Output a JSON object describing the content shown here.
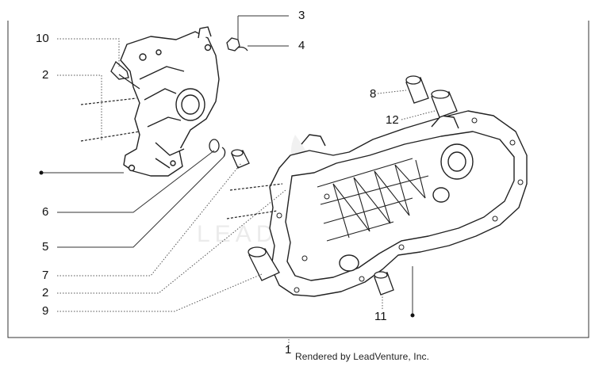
{
  "diagram": {
    "callouts": [
      "1",
      "2",
      "3",
      "4",
      "5",
      "6",
      "7",
      "2",
      "9",
      "10",
      "8",
      "12",
      "11"
    ],
    "credit": "Rendered by LeadVenture, Inc.",
    "watermark": "LEADVENTURE"
  }
}
